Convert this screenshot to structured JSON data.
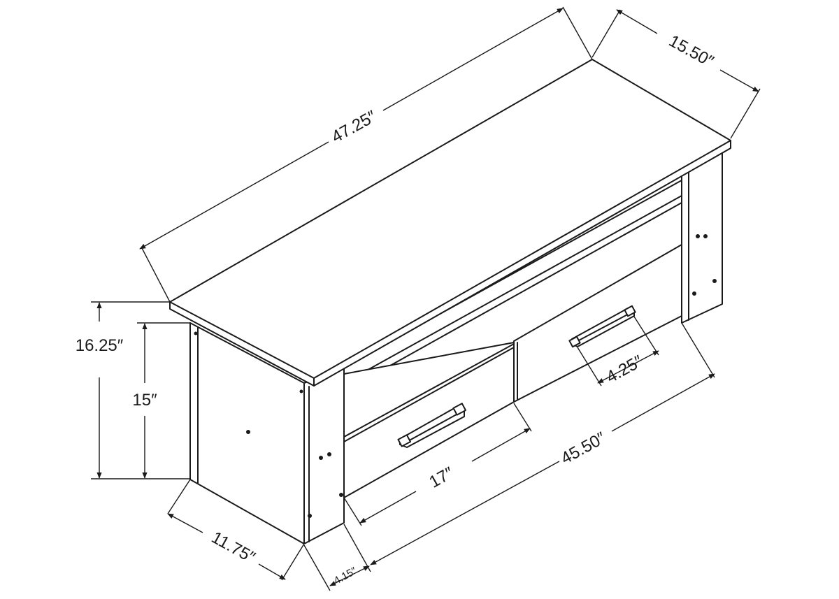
{
  "dimensions": {
    "total_width": "47.25″",
    "top_depth": "15.50″",
    "total_height": "16.25″",
    "inner_height": "15″",
    "base_depth": "11.75″",
    "side_leg": "4.15″",
    "drawer_width": "17″",
    "inner_width": "45.50″",
    "handle_width": "4.25″"
  }
}
